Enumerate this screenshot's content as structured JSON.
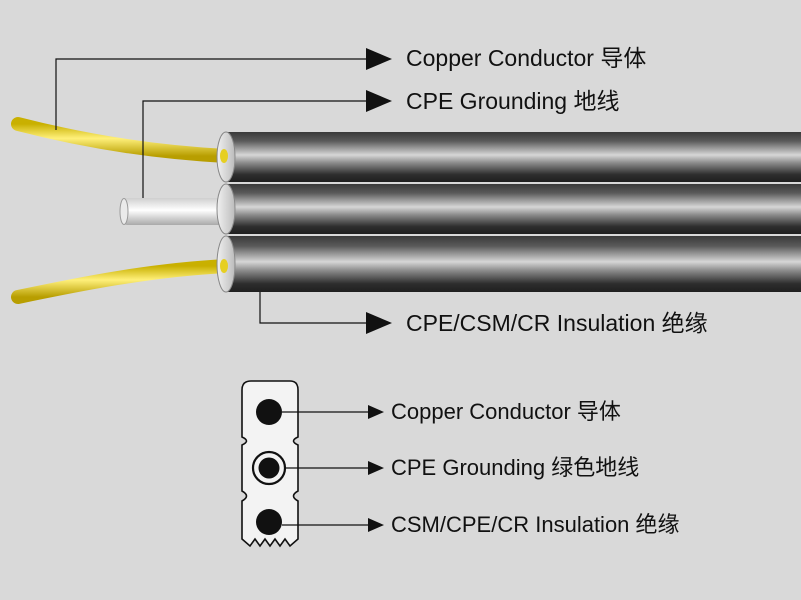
{
  "colors": {
    "background": "#d9d9d9",
    "jacket_dark": "#262626",
    "jacket_light": "#d2d2d2",
    "copper_wire": "#f2dd2e",
    "grounding_sheath": "#f4f4f4",
    "leader_line": "#111111"
  },
  "icons": [
    "arrow-right-icon",
    "cross-section-icon"
  ],
  "cable_diagram": {
    "labels": [
      "Copper Conductor 导体",
      "CPE Grounding  地线",
      "CPE/CSM/CR Insulation 绝缘"
    ]
  },
  "cross_section": {
    "labels": [
      "Copper Conductor 导体",
      "CPE Grounding  绿色地线",
      "CSM/CPE/CR Insulation 绝缘"
    ]
  }
}
